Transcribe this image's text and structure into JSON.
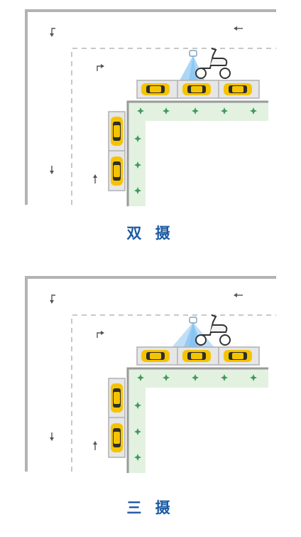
{
  "diagrams": [
    {
      "caption": "双 摄",
      "camera_count": 2
    },
    {
      "caption": "三 摄",
      "camera_count": 3
    }
  ],
  "colors": {
    "wall": "#b3b3b3",
    "lane_dash": "#c8c8c8",
    "green_strip": "#e3f1e0",
    "plant": "#3e9a5c",
    "car_body": "#f5c400",
    "car_dark": "#2e2e2e",
    "bay_fill": "#e6e6e6",
    "camera_beam": "#4aa3e8",
    "caption": "#1c5aa3"
  },
  "icons": [
    "arrow-left-icon",
    "arrow-down-icon",
    "arrow-up-icon",
    "turn-right-icon",
    "turn-down-icon",
    "camera-icon",
    "scooter-icon",
    "car-icon",
    "plant-icon"
  ]
}
